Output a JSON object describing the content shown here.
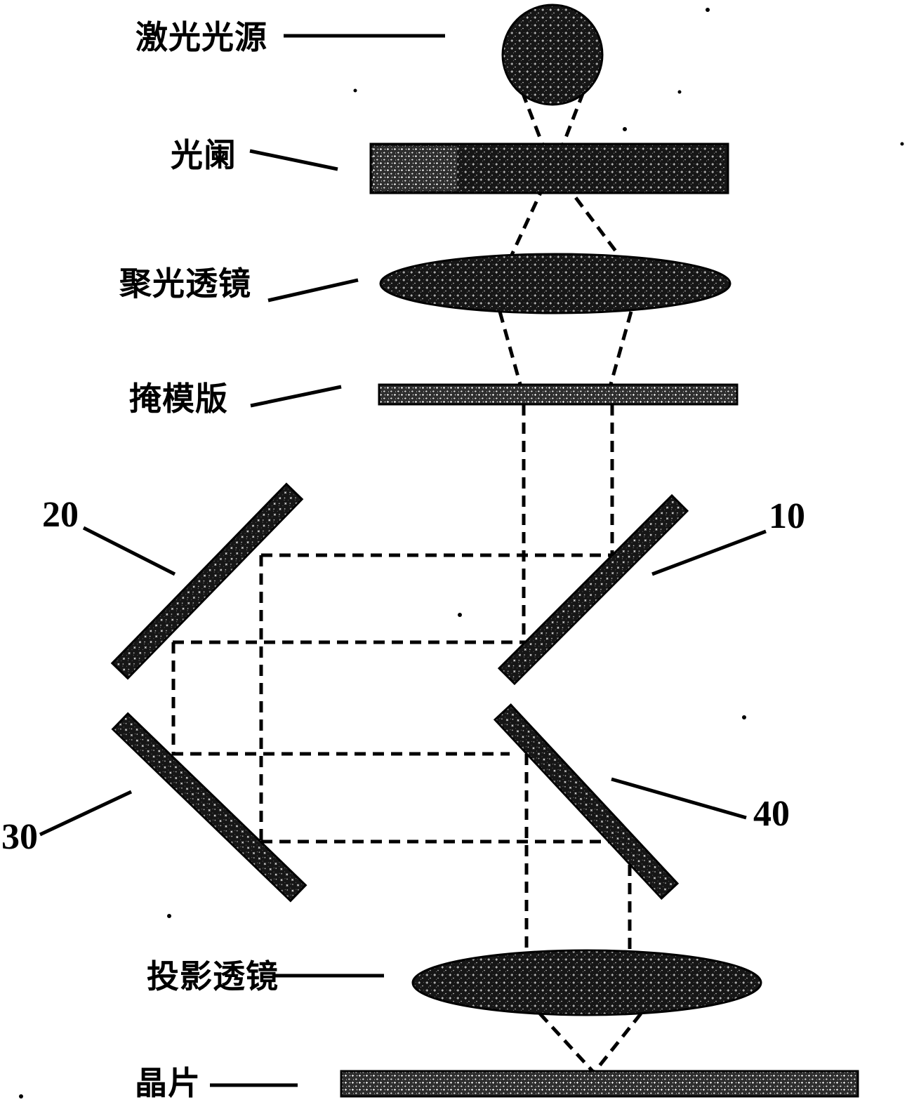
{
  "figure_type": "optical-lithography-schematic",
  "colors": {
    "background": "#ffffff",
    "ink": "#000000",
    "component_fill_dark": "#161616",
    "component_fill_light": "#2e2e2e"
  },
  "labels": {
    "laser_source": "激光光源",
    "aperture": "光阑",
    "condenser_lens": "聚光透镜",
    "mask_plate": "掩模版",
    "projection_lens": "投影透镜",
    "wafer": "晶片"
  },
  "reference_numbers": {
    "mirror_upper_left": "20",
    "mirror_upper_right": "10",
    "mirror_lower_left": "30",
    "mirror_lower_right": "40"
  }
}
